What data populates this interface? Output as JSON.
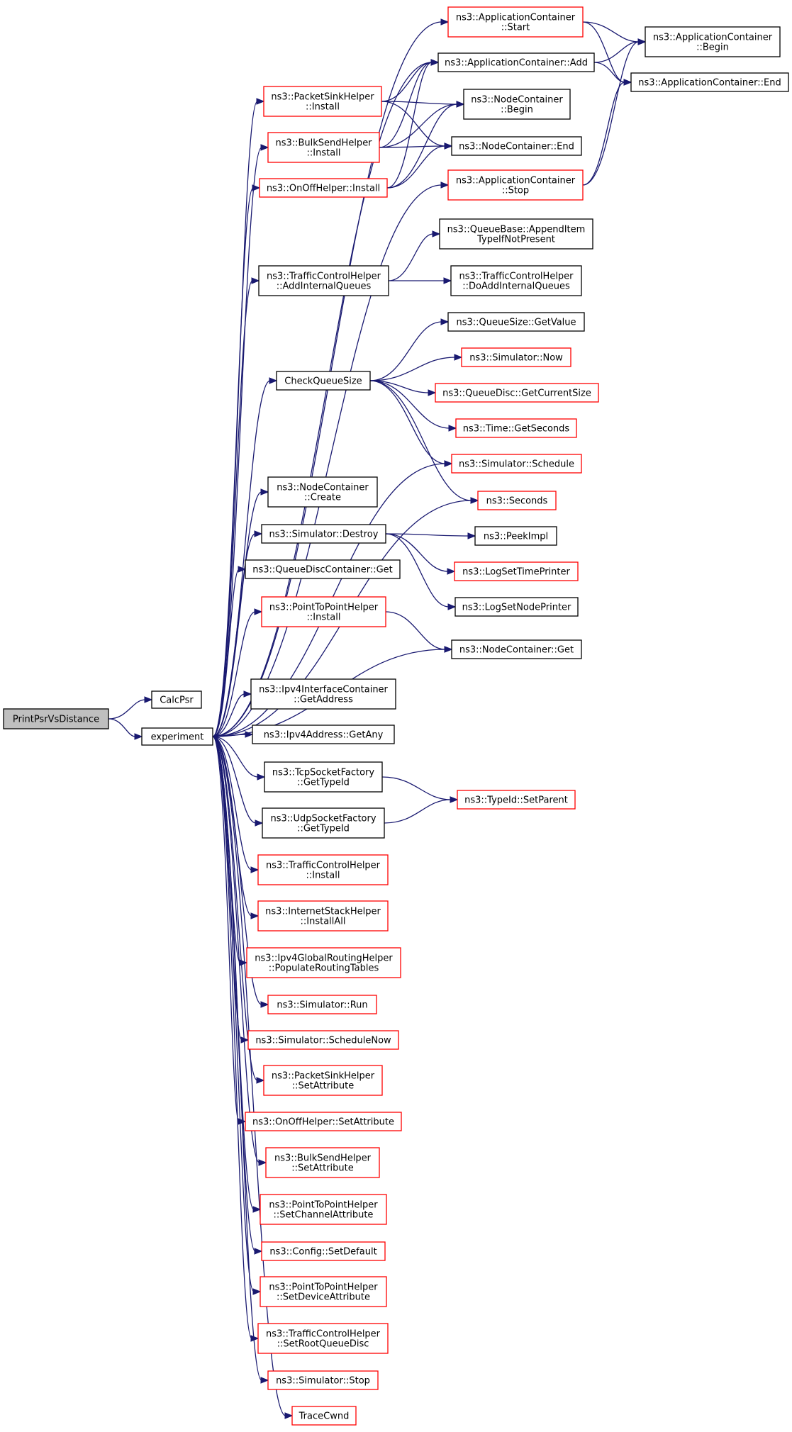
{
  "colors": {
    "edge": "#191970",
    "border_normal": "#000000",
    "border_truncated": "#ff0000",
    "root_fill": "#bfbfbf",
    "node_fill": "#ffffff"
  },
  "nodes": [
    {
      "id": "root",
      "lines": [
        "PrintPsrVsDistance"
      ],
      "style": "root"
    },
    {
      "id": "calcpsr",
      "lines": [
        "CalcPsr"
      ],
      "style": "normal"
    },
    {
      "id": "experiment",
      "lines": [
        "experiment"
      ],
      "style": "normal"
    },
    {
      "id": "appstart",
      "lines": [
        "ns3::ApplicationContainer",
        "::Start"
      ],
      "style": "truncated"
    },
    {
      "id": "appadd",
      "lines": [
        "ns3::ApplicationContainer::Add"
      ],
      "style": "normal"
    },
    {
      "id": "appbegin",
      "lines": [
        "ns3::ApplicationContainer",
        "::Begin"
      ],
      "style": "normal"
    },
    {
      "id": "append",
      "lines": [
        "ns3::ApplicationContainer::End"
      ],
      "style": "normal"
    },
    {
      "id": "pktsinkinst",
      "lines": [
        "ns3::PacketSinkHelper",
        "::Install"
      ],
      "style": "truncated"
    },
    {
      "id": "ncbegin",
      "lines": [
        "ns3::NodeContainer",
        "::Begin"
      ],
      "style": "normal"
    },
    {
      "id": "bulkinst",
      "lines": [
        "ns3::BulkSendHelper",
        "::Install"
      ],
      "style": "truncated"
    },
    {
      "id": "ncend",
      "lines": [
        "ns3::NodeContainer::End"
      ],
      "style": "normal"
    },
    {
      "id": "onoffinst",
      "lines": [
        "ns3::OnOffHelper::Install"
      ],
      "style": "truncated"
    },
    {
      "id": "appstop",
      "lines": [
        "ns3::ApplicationContainer",
        "::Stop"
      ],
      "style": "truncated"
    },
    {
      "id": "qbappend",
      "lines": [
        "ns3::QueueBase::AppendItem",
        "TypeIfNotPresent"
      ],
      "style": "normal"
    },
    {
      "id": "tcaddq",
      "lines": [
        "ns3::TrafficControlHelper",
        "::AddInternalQueues"
      ],
      "style": "normal"
    },
    {
      "id": "tcdoadd",
      "lines": [
        "ns3::TrafficControlHelper",
        "::DoAddInternalQueues"
      ],
      "style": "normal"
    },
    {
      "id": "qsgetval",
      "lines": [
        "ns3::QueueSize::GetValue"
      ],
      "style": "normal"
    },
    {
      "id": "simnow",
      "lines": [
        "ns3::Simulator::Now"
      ],
      "style": "truncated"
    },
    {
      "id": "checkq",
      "lines": [
        "CheckQueueSize"
      ],
      "style": "normal"
    },
    {
      "id": "qdcursize",
      "lines": [
        "ns3::QueueDisc::GetCurrentSize"
      ],
      "style": "truncated"
    },
    {
      "id": "timegetsec",
      "lines": [
        "ns3::Time::GetSeconds"
      ],
      "style": "truncated"
    },
    {
      "id": "simsched",
      "lines": [
        "ns3::Simulator::Schedule"
      ],
      "style": "truncated"
    },
    {
      "id": "nccreate",
      "lines": [
        "ns3::NodeContainer",
        "::Create"
      ],
      "style": "normal"
    },
    {
      "id": "seconds",
      "lines": [
        "ns3::Seconds"
      ],
      "style": "truncated"
    },
    {
      "id": "simdestroy",
      "lines": [
        "ns3::Simulator::Destroy"
      ],
      "style": "normal"
    },
    {
      "id": "peekimpl",
      "lines": [
        "ns3::PeekImpl"
      ],
      "style": "normal"
    },
    {
      "id": "qdcget",
      "lines": [
        "ns3::QueueDiscContainer::Get"
      ],
      "style": "normal"
    },
    {
      "id": "logtime",
      "lines": [
        "ns3::LogSetTimePrinter"
      ],
      "style": "truncated"
    },
    {
      "id": "lognode",
      "lines": [
        "ns3::LogSetNodePrinter"
      ],
      "style": "normal"
    },
    {
      "id": "p2pinst",
      "lines": [
        "ns3::PointToPointHelper",
        "::Install"
      ],
      "style": "truncated"
    },
    {
      "id": "ncget",
      "lines": [
        "ns3::NodeContainer::Get"
      ],
      "style": "normal"
    },
    {
      "id": "ipv4getaddr",
      "lines": [
        "ns3::Ipv4InterfaceContainer",
        "::GetAddress"
      ],
      "style": "normal"
    },
    {
      "id": "ipv4any",
      "lines": [
        "ns3::Ipv4Address::GetAny"
      ],
      "style": "normal"
    },
    {
      "id": "tcpsf",
      "lines": [
        "ns3::TcpSocketFactory",
        "::GetTypeId"
      ],
      "style": "normal"
    },
    {
      "id": "setparent",
      "lines": [
        "ns3::TypeId::SetParent"
      ],
      "style": "truncated"
    },
    {
      "id": "udpsf",
      "lines": [
        "ns3::UdpSocketFactory",
        "::GetTypeId"
      ],
      "style": "normal"
    },
    {
      "id": "tcinst",
      "lines": [
        "ns3::TrafficControlHelper",
        "::Install"
      ],
      "style": "truncated"
    },
    {
      "id": "inetall",
      "lines": [
        "ns3::InternetStackHelper",
        "::InstallAll"
      ],
      "style": "truncated"
    },
    {
      "id": "ipv4glob",
      "lines": [
        "ns3::Ipv4GlobalRoutingHelper",
        "::PopulateRoutingTables"
      ],
      "style": "truncated"
    },
    {
      "id": "simrun",
      "lines": [
        "ns3::Simulator::Run"
      ],
      "style": "truncated"
    },
    {
      "id": "simschednow",
      "lines": [
        "ns3::Simulator::ScheduleNow"
      ],
      "style": "truncated"
    },
    {
      "id": "pktsinkattr",
      "lines": [
        "ns3::PacketSinkHelper",
        "::SetAttribute"
      ],
      "style": "truncated"
    },
    {
      "id": "onoffattr",
      "lines": [
        "ns3::OnOffHelper::SetAttribute"
      ],
      "style": "truncated"
    },
    {
      "id": "bulkattr",
      "lines": [
        "ns3::BulkSendHelper",
        "::SetAttribute"
      ],
      "style": "truncated"
    },
    {
      "id": "p2pchan",
      "lines": [
        "ns3::PointToPointHelper",
        "::SetChannelAttribute"
      ],
      "style": "truncated"
    },
    {
      "id": "cfgdefault",
      "lines": [
        "ns3::Config::SetDefault"
      ],
      "style": "truncated"
    },
    {
      "id": "p2pdev",
      "lines": [
        "ns3::PointToPointHelper",
        "::SetDeviceAttribute"
      ],
      "style": "truncated"
    },
    {
      "id": "tcroot",
      "lines": [
        "ns3::TrafficControlHelper",
        "::SetRootQueueDisc"
      ],
      "style": "truncated"
    },
    {
      "id": "simstop",
      "lines": [
        "ns3::Simulator::Stop"
      ],
      "style": "truncated"
    },
    {
      "id": "tracecwnd",
      "lines": [
        "TraceCwnd"
      ],
      "style": "truncated"
    }
  ],
  "edges": [
    [
      "root",
      "calcpsr"
    ],
    [
      "root",
      "experiment"
    ],
    [
      "experiment",
      "appstart"
    ],
    [
      "experiment",
      "appadd"
    ],
    [
      "experiment",
      "pktsinkinst"
    ],
    [
      "experiment",
      "bulkinst"
    ],
    [
      "experiment",
      "onoffinst"
    ],
    [
      "experiment",
      "appstop"
    ],
    [
      "experiment",
      "tcaddq"
    ],
    [
      "experiment",
      "checkq"
    ],
    [
      "experiment",
      "simsched"
    ],
    [
      "experiment",
      "seconds"
    ],
    [
      "experiment",
      "nccreate"
    ],
    [
      "experiment",
      "simdestroy"
    ],
    [
      "experiment",
      "qdcget"
    ],
    [
      "experiment",
      "p2pinst"
    ],
    [
      "experiment",
      "ncget"
    ],
    [
      "experiment",
      "ipv4getaddr"
    ],
    [
      "experiment",
      "ipv4any"
    ],
    [
      "experiment",
      "tcpsf"
    ],
    [
      "experiment",
      "udpsf"
    ],
    [
      "experiment",
      "tcinst"
    ],
    [
      "experiment",
      "inetall"
    ],
    [
      "experiment",
      "ipv4glob"
    ],
    [
      "experiment",
      "simrun"
    ],
    [
      "experiment",
      "simschednow"
    ],
    [
      "experiment",
      "pktsinkattr"
    ],
    [
      "experiment",
      "onoffattr"
    ],
    [
      "experiment",
      "bulkattr"
    ],
    [
      "experiment",
      "p2pchan"
    ],
    [
      "experiment",
      "cfgdefault"
    ],
    [
      "experiment",
      "p2pdev"
    ],
    [
      "experiment",
      "tcroot"
    ],
    [
      "experiment",
      "simstop"
    ],
    [
      "experiment",
      "tracecwnd"
    ],
    [
      "appstart",
      "appbegin"
    ],
    [
      "appstart",
      "append"
    ],
    [
      "appadd",
      "appbegin"
    ],
    [
      "appadd",
      "append"
    ],
    [
      "appstop",
      "appbegin"
    ],
    [
      "appstop",
      "append"
    ],
    [
      "pktsinkinst",
      "appadd"
    ],
    [
      "pktsinkinst",
      "ncbegin"
    ],
    [
      "pktsinkinst",
      "ncend"
    ],
    [
      "bulkinst",
      "appadd"
    ],
    [
      "bulkinst",
      "ncbegin"
    ],
    [
      "bulkinst",
      "ncend"
    ],
    [
      "onoffinst",
      "appadd"
    ],
    [
      "onoffinst",
      "ncbegin"
    ],
    [
      "onoffinst",
      "ncend"
    ],
    [
      "tcaddq",
      "qbappend"
    ],
    [
      "tcaddq",
      "tcdoadd"
    ],
    [
      "checkq",
      "qsgetval"
    ],
    [
      "checkq",
      "simnow"
    ],
    [
      "checkq",
      "qdcursize"
    ],
    [
      "checkq",
      "timegetsec"
    ],
    [
      "checkq",
      "simsched"
    ],
    [
      "checkq",
      "seconds"
    ],
    [
      "simdestroy",
      "peekimpl"
    ],
    [
      "simdestroy",
      "logtime"
    ],
    [
      "simdestroy",
      "lognode"
    ],
    [
      "p2pinst",
      "ncget"
    ],
    [
      "tcpsf",
      "setparent"
    ],
    [
      "udpsf",
      "setparent"
    ]
  ]
}
